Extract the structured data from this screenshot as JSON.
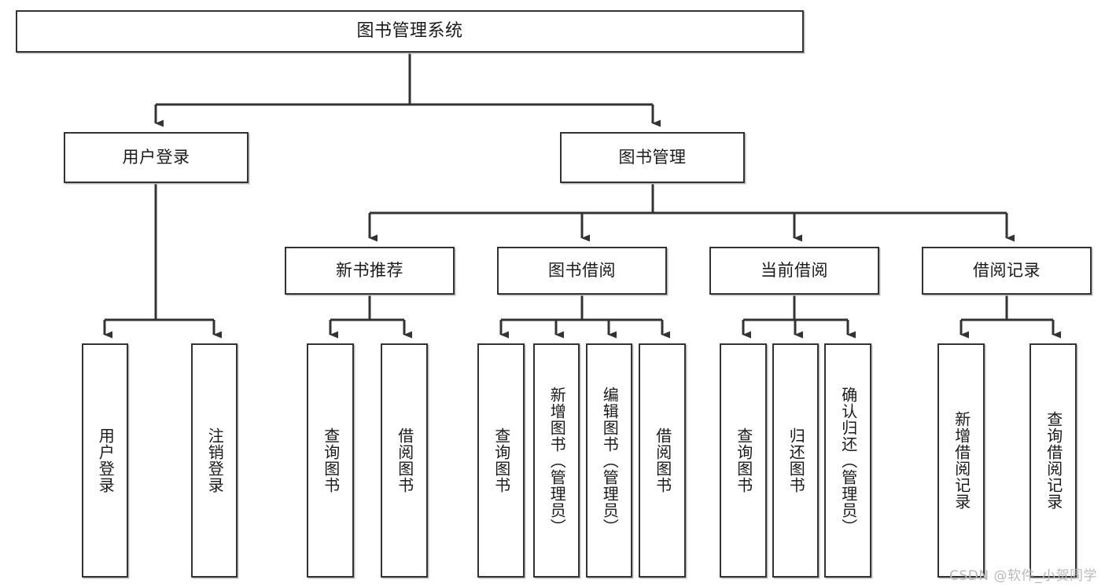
{
  "diagram": {
    "title_node": {
      "label": "图书管理系统"
    },
    "level2": [
      {
        "id": "user-login",
        "label": "用户登录"
      },
      {
        "id": "book-management",
        "label": "图书管理"
      }
    ],
    "level3": [
      {
        "id": "new-book-recommend",
        "label": "新书推荐"
      },
      {
        "id": "book-borrow",
        "label": "图书借阅"
      },
      {
        "id": "current-borrow",
        "label": "当前借阅"
      },
      {
        "id": "borrow-record",
        "label": "借阅记录"
      }
    ],
    "leaves": [
      {
        "id": "leaf-user-login",
        "label": "用户登录",
        "parent": "user-login"
      },
      {
        "id": "leaf-logout-login",
        "label": "注销登录",
        "parent": "user-login"
      },
      {
        "id": "leaf-query-book-1",
        "label": "查询图书",
        "parent": "new-book-recommend"
      },
      {
        "id": "leaf-borrow-book-1",
        "label": "借阅图书",
        "parent": "new-book-recommend"
      },
      {
        "id": "leaf-query-book-2",
        "label": "查询图书",
        "parent": "book-borrow"
      },
      {
        "id": "leaf-add-book",
        "label": "新增图书（管理员）",
        "parent": "book-borrow"
      },
      {
        "id": "leaf-edit-book",
        "label": "编辑图书（管理员）",
        "parent": "book-borrow"
      },
      {
        "id": "leaf-borrow-book-2",
        "label": "借阅图书",
        "parent": "book-borrow"
      },
      {
        "id": "leaf-query-book-3",
        "label": "查询图书",
        "parent": "current-borrow"
      },
      {
        "id": "leaf-return-book",
        "label": "归还图书",
        "parent": "current-borrow"
      },
      {
        "id": "leaf-confirm-return",
        "label": "确认归还（管理员）",
        "parent": "current-borrow"
      },
      {
        "id": "leaf-add-record",
        "label": "新增借阅记录",
        "parent": "borrow-record"
      },
      {
        "id": "leaf-query-record",
        "label": "查询借阅记录",
        "parent": "borrow-record"
      }
    ],
    "watermark": "CSDN @软件_小贺同学",
    "colors": {
      "border": "#333333",
      "text": "#1a1a1a",
      "background": "#ffffff",
      "connector": "#333333",
      "watermark": "#b9b9b9"
    }
  }
}
